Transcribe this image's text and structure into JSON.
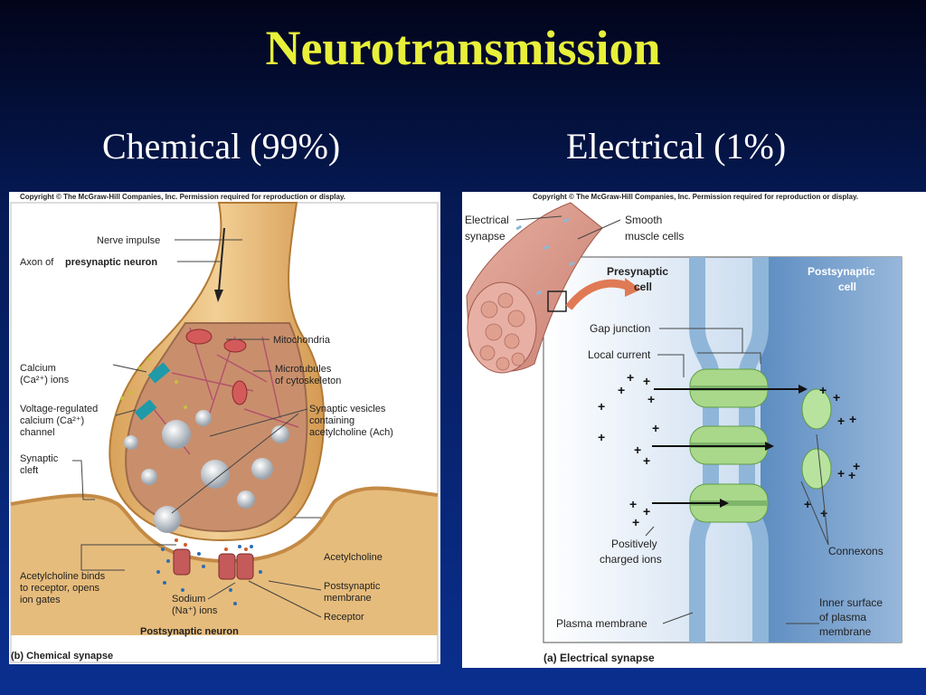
{
  "slide": {
    "title": "Neurotransmission",
    "left_heading": "Chemical (99%)",
    "right_heading": "Electrical (1%)"
  },
  "chemical": {
    "copyright": "Copyright © The McGraw-Hill Companies, Inc. Permission required for reproduction or display.",
    "labels": {
      "nerve_impulse": "Nerve impulse",
      "axon": "Axon of",
      "axon_bold": "presynaptic neuron",
      "mitochondria": "Mitochondria",
      "microtubules_1": "Microtubules",
      "microtubules_2": "of cytoskeleton",
      "calcium_1": "Calcium",
      "calcium_2": "(Ca²⁺) ions",
      "channel_1": "Voltage-regulated",
      "channel_2": "calcium (Ca²⁺)",
      "channel_3": "channel",
      "cleft_1": "Synaptic",
      "cleft_2": "cleft",
      "vesicles_1": "Synaptic vesicles",
      "vesicles_2": "containing",
      "vesicles_3": "acetylcholine (Ach)",
      "acetylcholine": "Acetylcholine",
      "binds_1": "Acetylcholine binds",
      "binds_2": "to receptor, opens",
      "binds_3": "ion gates",
      "membrane_1": "Postsynaptic",
      "membrane_2": "membrane",
      "sodium_1": "Sodium",
      "sodium_2": "(Na⁺) ions",
      "receptor": "Receptor",
      "postsynaptic_neuron": "Postsynaptic neuron"
    },
    "caption": "(b) Chemical synapse"
  },
  "electrical": {
    "copyright": "Copyright © The McGraw-Hill Companies, Inc. Permission required for reproduction or display.",
    "labels": {
      "electrical_synapse_1": "Electrical",
      "electrical_synapse_2": "synapse",
      "smooth_1": "Smooth",
      "smooth_2": "muscle cells",
      "presynaptic_1": "Presynaptic",
      "presynaptic_2": "cell",
      "postsynaptic_1": "Postsynaptic",
      "postsynaptic_2": "cell",
      "gap_junction": "Gap junction",
      "local_current": "Local current",
      "positive_1": "Positively",
      "positive_2": "charged ions",
      "connexons": "Connexons",
      "plasma_membrane": "Plasma membrane",
      "inner_1": "Inner surface",
      "inner_2": "of plasma",
      "inner_3": "membrane"
    },
    "caption": "(a) Electrical synapse"
  },
  "colors": {
    "title": "#e8f03a",
    "axon": "#e9b86e",
    "cytoplasm": "#c98f6d",
    "cell_blue": "#7fa6cf",
    "gap_green": "#a9d88a"
  }
}
